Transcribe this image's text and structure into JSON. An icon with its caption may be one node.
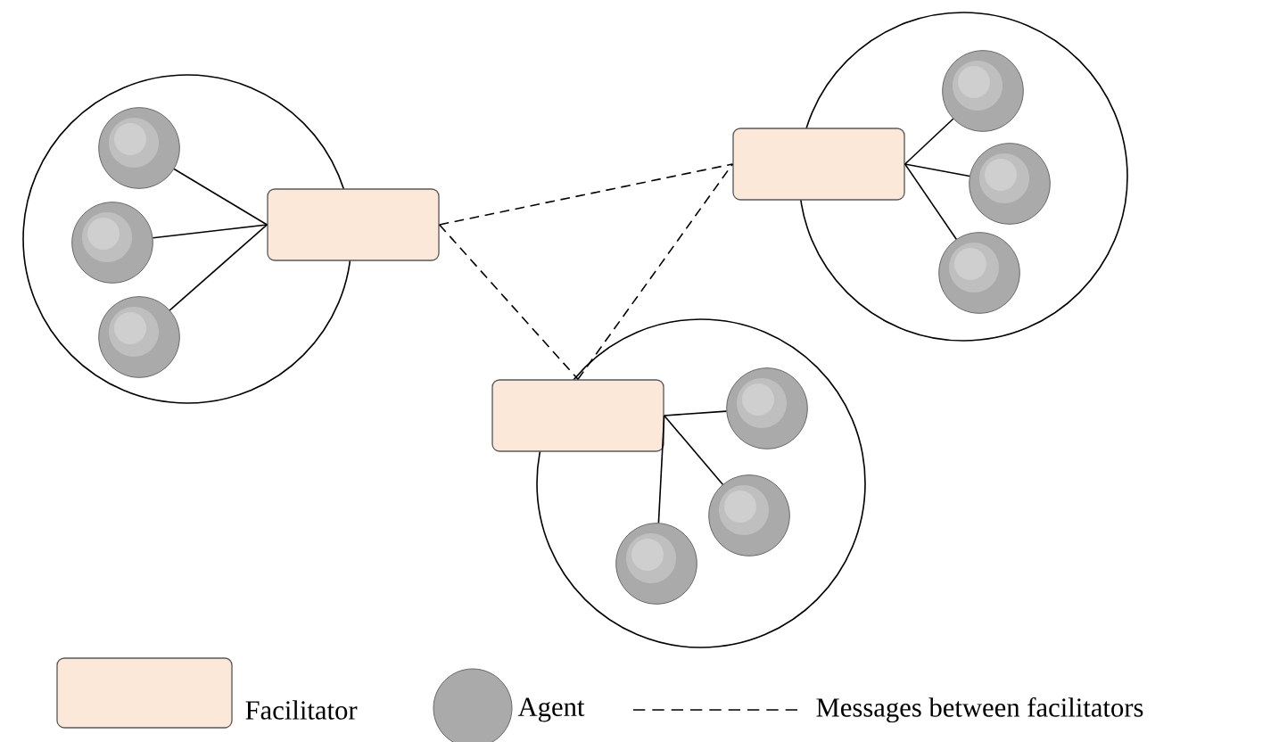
{
  "diagram": {
    "nodes": [
      {
        "text": [],
        "shape": "circle"
      },
      {
        "text": [],
        "shape": "circle",
        "in": 0
      },
      {
        "text": [],
        "shape": "circle",
        "in": 0
      },
      {
        "text": [],
        "shape": "circle",
        "in": 0
      },
      {
        "text": [],
        "shape": "box"
      },
      {
        "text": [],
        "shape": "circle"
      },
      {
        "text": [],
        "shape": "circle",
        "in": 5
      },
      {
        "text": [],
        "shape": "circle",
        "in": 5
      },
      {
        "text": [],
        "shape": "circle",
        "in": 5
      },
      {
        "text": [],
        "shape": "box"
      },
      {
        "text": [],
        "shape": "circle"
      },
      {
        "text": [],
        "shape": "circle",
        "in": 10
      },
      {
        "text": [],
        "shape": "circle",
        "in": 10
      },
      {
        "text": [],
        "shape": "circle",
        "in": 10
      },
      {
        "text": [],
        "shape": "box"
      }
    ],
    "edges": [
      {
        "from": 1,
        "to": 4,
        "arrow": "none"
      },
      {
        "from": 2,
        "to": 4,
        "arrow": "none"
      },
      {
        "from": 3,
        "to": 4,
        "arrow": "none"
      },
      {
        "from": 9,
        "to": 6,
        "arrow": "none"
      },
      {
        "from": 9,
        "to": 7,
        "arrow": "none"
      },
      {
        "from": 9,
        "to": 8,
        "arrow": "none"
      },
      {
        "from": 14,
        "to": 11,
        "arrow": "none"
      },
      {
        "from": 14,
        "to": 12,
        "arrow": "none"
      },
      {
        "from": 14,
        "to": 13,
        "arrow": "none"
      },
      {
        "from": 4,
        "to": 9,
        "arrow": "none",
        "style": "dashed"
      },
      {
        "from": 4,
        "to": 14,
        "arrow": "none",
        "style": "dashed"
      },
      {
        "from": 14,
        "to": 9,
        "arrow": "none",
        "style": "dashed"
      }
    ],
    "legend": [
      {
        "text": "Facilitator",
        "color": "#fce8d9"
      },
      {
        "text": "Agent",
        "color": "#aaaaaa"
      },
      {
        "text": "Messages between facilitators"
      }
    ]
  }
}
